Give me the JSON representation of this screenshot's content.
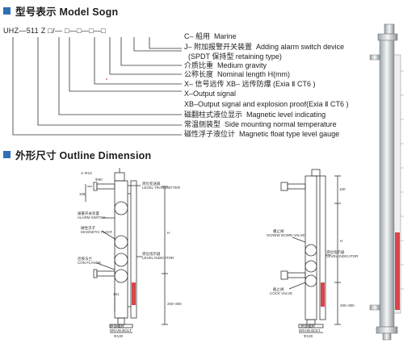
{
  "model_section": {
    "title": "型号表示 Model Sogn",
    "code": [
      "UHZ",
      "—",
      "511",
      "Z",
      "□",
      "/",
      "—",
      "□",
      "—",
      "□",
      "—",
      "□",
      "—",
      "□"
    ]
  },
  "descriptions": [
    {
      "cn": "C– 船用",
      "en": "Marine"
    },
    {
      "cn": "J– 附加报警开关装置",
      "en": "Adding alarm switch device"
    },
    {
      "cn": "(SPDT 保持型 retaining type)",
      "en": ""
    },
    {
      "cn": "介质比重",
      "en": "Medium gravity"
    },
    {
      "cn": "公称长度",
      "en": "Nominal length H(mm)"
    },
    {
      "cn": "X– 信号远传  XB– 远传防爆 (Exia Ⅱ CT6 )",
      "en": ""
    },
    {
      "cn": "X–Output signal",
      "en": ""
    },
    {
      "cn": "XB–Output signal and explosion proof(Exia Ⅱ CT6 )",
      "en": ""
    },
    {
      "cn": "磁翻柱式液位显示",
      "en": "Magnetic level indicating"
    },
    {
      "cn": "常温侧装型",
      "en": "Side mounting normal temperature"
    },
    {
      "cn": "磁性浮子液位计",
      "en": "Magnetic float type level gauge"
    }
  ],
  "outline_section": {
    "title": "外形尺寸 Outline Dimension"
  },
  "drawing1": {
    "dims": [
      "4–Φ13",
      "Φ80",
      "105",
      "H",
      "151",
      "200~300",
      "Φ130"
    ],
    "labels": [
      {
        "cn": "液位变送器",
        "en": "LEVEL TRANSMITTER"
      },
      {
        "cn": "报警开关装置",
        "en": "ALARM SWITCH"
      },
      {
        "cn": "磁性浮子",
        "en": "MAGNETIC FLOAT"
      },
      {
        "cn": "连接法兰",
        "en": "CON FLANGE"
      },
      {
        "cn": "液位指示器",
        "en": "LEVEL INDICATOR"
      },
      {
        "cn": "泄放螺栓",
        "en": "DRAIN BOLT"
      }
    ]
  },
  "drawing2": {
    "dims": [
      "100",
      "H",
      "200~300",
      "Φ130"
    ],
    "labels": [
      {
        "cn": "螺止阀",
        "en": "SCREW DOWN VALVE"
      },
      {
        "cn": "液位指示器",
        "en": "LEVEL INDICATOR"
      },
      {
        "cn": "截止阀",
        "en": "COCK VALVE"
      },
      {
        "cn": "泄放螺栓",
        "en": "DRAIN BOLT"
      }
    ]
  },
  "colors": {
    "accent": "#2f6fb5",
    "indicator_red": "#d8454a"
  }
}
